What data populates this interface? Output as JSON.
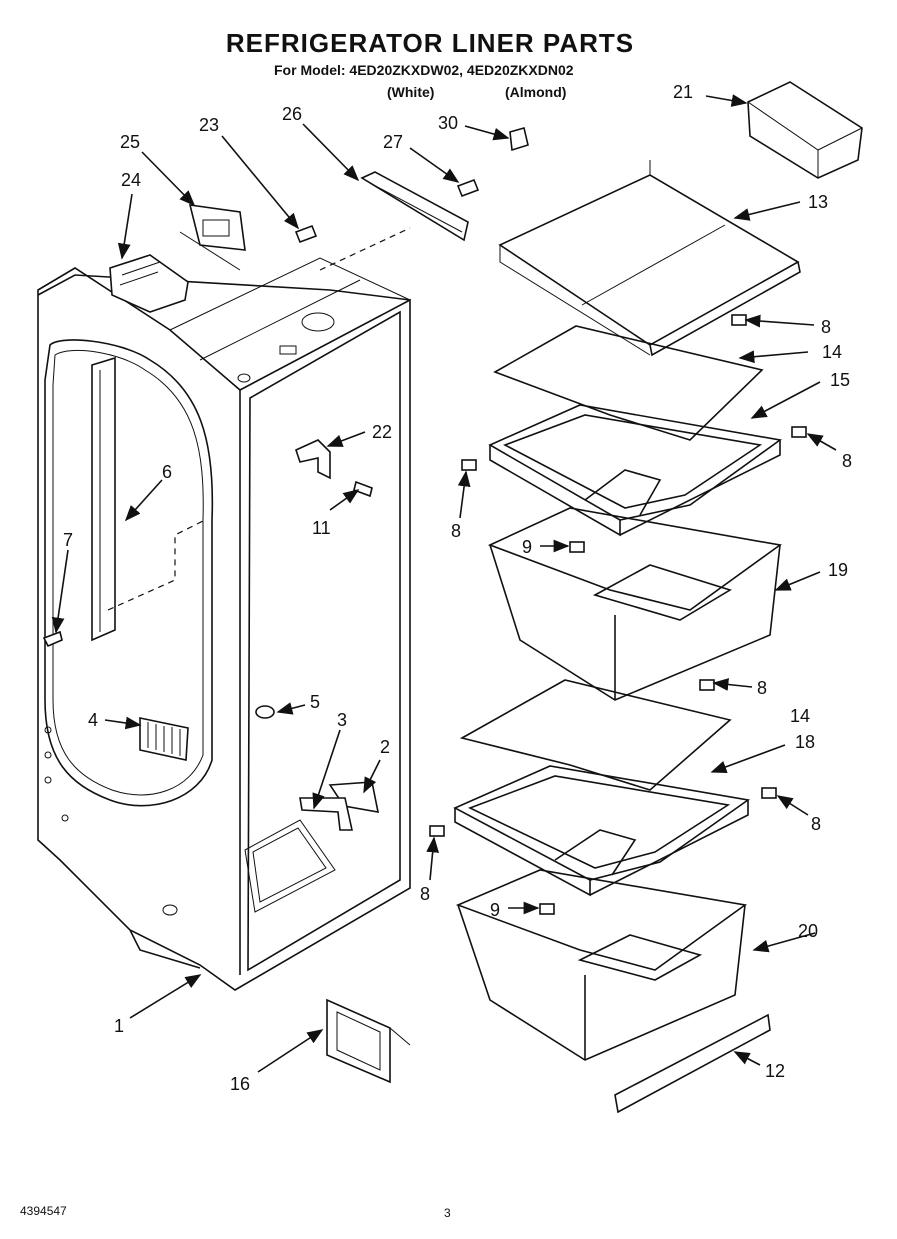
{
  "header": {
    "title": "REFRIGERATOR LINER PARTS",
    "model_line": "For Model: 4ED20ZKXDW02, 4ED20ZKXDN02",
    "variant_white": "(White)",
    "variant_almond": "(Almond)"
  },
  "footer": {
    "doc_number": "4394547",
    "page": "3"
  },
  "callouts": [
    {
      "id": "c1",
      "label": "1"
    },
    {
      "id": "c2",
      "label": "2"
    },
    {
      "id": "c3",
      "label": "3"
    },
    {
      "id": "c4",
      "label": "4"
    },
    {
      "id": "c5",
      "label": "5"
    },
    {
      "id": "c6",
      "label": "6"
    },
    {
      "id": "c7",
      "label": "7"
    },
    {
      "id": "c8a",
      "label": "8"
    },
    {
      "id": "c8b",
      "label": "8"
    },
    {
      "id": "c8c",
      "label": "8"
    },
    {
      "id": "c8d",
      "label": "8"
    },
    {
      "id": "c8e",
      "label": "8"
    },
    {
      "id": "c8f",
      "label": "8"
    },
    {
      "id": "c9a",
      "label": "9"
    },
    {
      "id": "c9b",
      "label": "9"
    },
    {
      "id": "c11",
      "label": "11"
    },
    {
      "id": "c12",
      "label": "12"
    },
    {
      "id": "c13",
      "label": "13"
    },
    {
      "id": "c14a",
      "label": "14"
    },
    {
      "id": "c14b",
      "label": "14"
    },
    {
      "id": "c15",
      "label": "15"
    },
    {
      "id": "c16",
      "label": "16"
    },
    {
      "id": "c18",
      "label": "18"
    },
    {
      "id": "c19",
      "label": "19"
    },
    {
      "id": "c20",
      "label": "20"
    },
    {
      "id": "c21",
      "label": "21"
    },
    {
      "id": "c22",
      "label": "22"
    },
    {
      "id": "c23",
      "label": "23"
    },
    {
      "id": "c24",
      "label": "24"
    },
    {
      "id": "c25",
      "label": "25"
    },
    {
      "id": "c26",
      "label": "26"
    },
    {
      "id": "c27",
      "label": "27"
    },
    {
      "id": "c30",
      "label": "30"
    }
  ]
}
